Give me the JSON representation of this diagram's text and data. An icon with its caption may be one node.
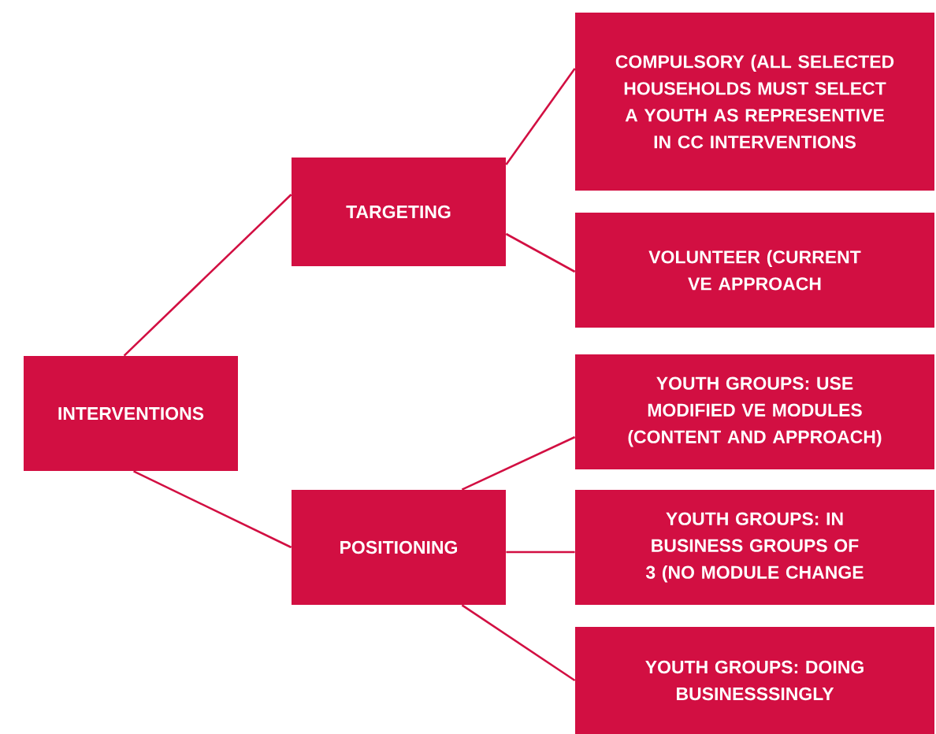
{
  "diagram": {
    "nodes": [
      {
        "text": [
          "INTERVENTIONS"
        ]
      },
      {
        "text": [
          "TARGETING"
        ]
      },
      {
        "text": [
          "POSITIONING"
        ]
      },
      {
        "text": [
          "COMPULSORY (ALL SELECTED HOUSEHOLDS MUST SELECT A YOUTH AS REPRESENTIVE IN CC INTERVENTIONS"
        ]
      },
      {
        "text": [
          "VOLUNTEER (CURRENT VE APPROACH"
        ]
      },
      {
        "text": [
          "YOUTH GROUPS: USE MODIFIED VE MODULES (CONTENT AND APPROACH)"
        ]
      },
      {
        "text": [
          "YOUTH GROUPS: IN BUSINESS GROUPS OF 3 (NO MODULE CHANGE"
        ]
      },
      {
        "text": [
          "YOUTH GROUPS: DOING BUSINESSSINGLY"
        ]
      }
    ],
    "edges": [
      {
        "from": 0,
        "to": 1,
        "arrow": "none"
      },
      {
        "from": 0,
        "to": 2,
        "arrow": "none"
      },
      {
        "from": 1,
        "to": 3,
        "arrow": "none"
      },
      {
        "from": 1,
        "to": 4,
        "arrow": "none"
      },
      {
        "from": 2,
        "to": 5,
        "arrow": "none"
      },
      {
        "from": 2,
        "to": 6,
        "arrow": "none"
      },
      {
        "from": 2,
        "to": 7,
        "arrow": "none"
      }
    ]
  }
}
